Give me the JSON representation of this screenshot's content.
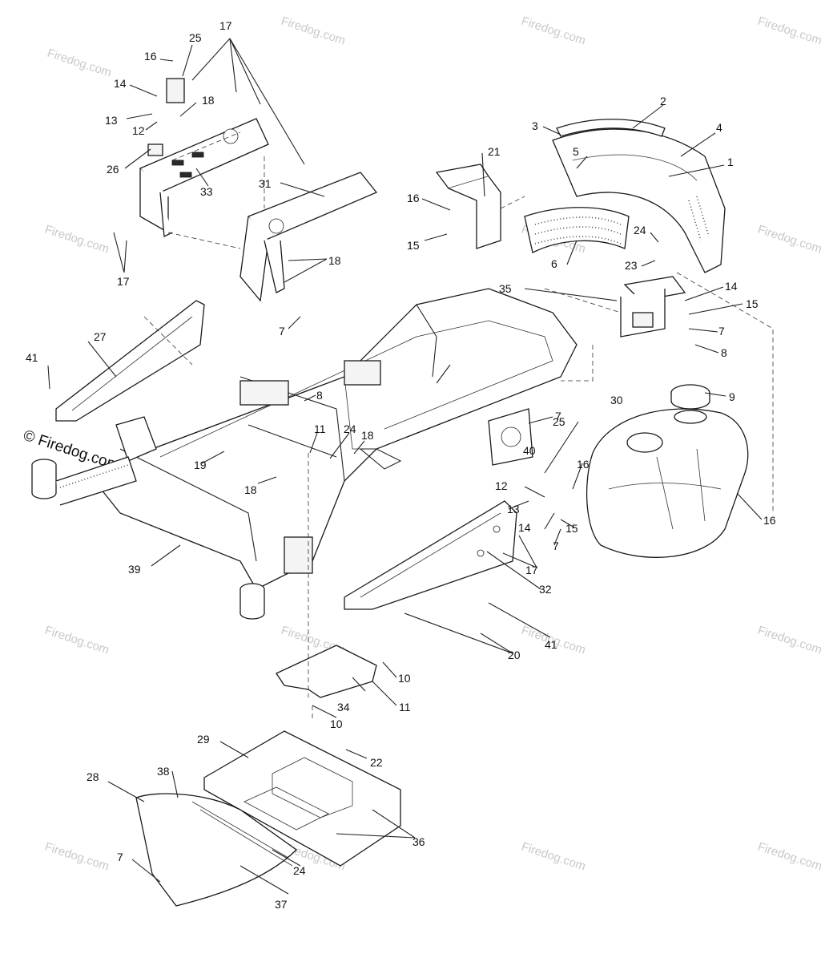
{
  "watermark": {
    "text": "Firedog.com",
    "prominent_text": "© Firedog.com"
  },
  "callouts": {
    "c1": "1",
    "c2": "2",
    "c3": "3",
    "c4": "4",
    "c5": "5",
    "c6": "6",
    "c7": "7",
    "c8": "8",
    "c9": "9",
    "c10": "10",
    "c11": "11",
    "c12": "12",
    "c13": "13",
    "c14": "14",
    "c15": "15",
    "c16": "16",
    "c17": "17",
    "c18": "18",
    "c19": "19",
    "c20": "20",
    "c21": "21",
    "c22": "22",
    "c23": "23",
    "c24": "24",
    "c25": "25",
    "c26": "26",
    "c27": "27",
    "c28": "28",
    "c29": "29",
    "c30": "30",
    "c31": "31",
    "c32": "32",
    "c33": "33",
    "c34": "34",
    "c35": "35",
    "c36": "36",
    "c37": "37",
    "c38": "38",
    "c39": "39",
    "c40": "40",
    "c41": "41"
  }
}
